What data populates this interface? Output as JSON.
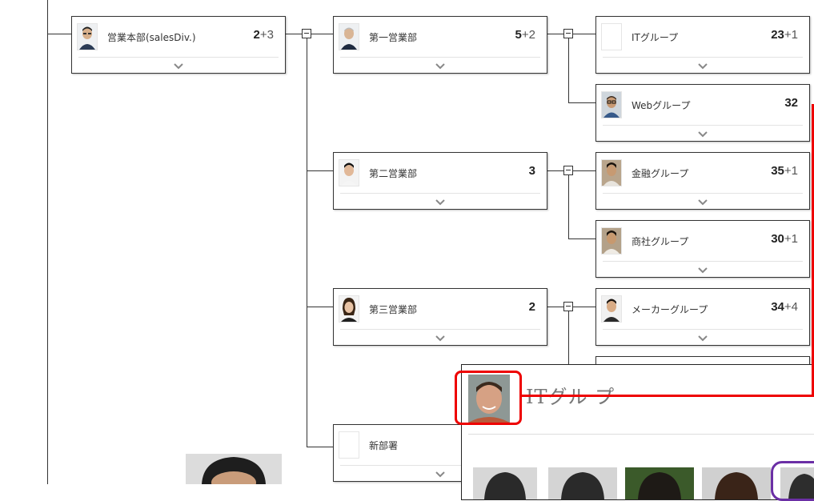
{
  "org_nodes": [
    {
      "name": "営業本部(salesDiv.)",
      "count_main": "2",
      "count_plus": "+3",
      "avatar": "person-photo"
    },
    {
      "name": "第一営業部",
      "count_main": "5",
      "count_plus": "+2",
      "avatar": "person-photo"
    },
    {
      "name": "ITグループ",
      "count_main": "23",
      "count_plus": "+1",
      "avatar": "empty"
    },
    {
      "name": "Webグループ",
      "count_main": "32",
      "count_plus": "",
      "avatar": "person-photo"
    },
    {
      "name": "第二営業部",
      "count_main": "3",
      "count_plus": "",
      "avatar": "person-photo"
    },
    {
      "name": "金融グループ",
      "count_main": "35",
      "count_plus": "+1",
      "avatar": "person-photo"
    },
    {
      "name": "商社グループ",
      "count_main": "30",
      "count_plus": "+1",
      "avatar": "person-photo"
    },
    {
      "name": "第三営業部",
      "count_main": "2",
      "count_plus": "",
      "avatar": "person-photo"
    },
    {
      "name": "メーカーグループ",
      "count_main": "34",
      "count_plus": "+4",
      "avatar": "person-photo"
    },
    {
      "name": "新部署",
      "count_main": "",
      "count_plus": "",
      "avatar": "empty"
    }
  ],
  "popup": {
    "title": "ITグル プ"
  },
  "icons": {
    "expand": "chevron-down-icon",
    "collapse": "minus-toggle-icon"
  },
  "colors": {
    "highlight": "#e00000",
    "accent": "#6b2fa5",
    "line": "#333333"
  }
}
